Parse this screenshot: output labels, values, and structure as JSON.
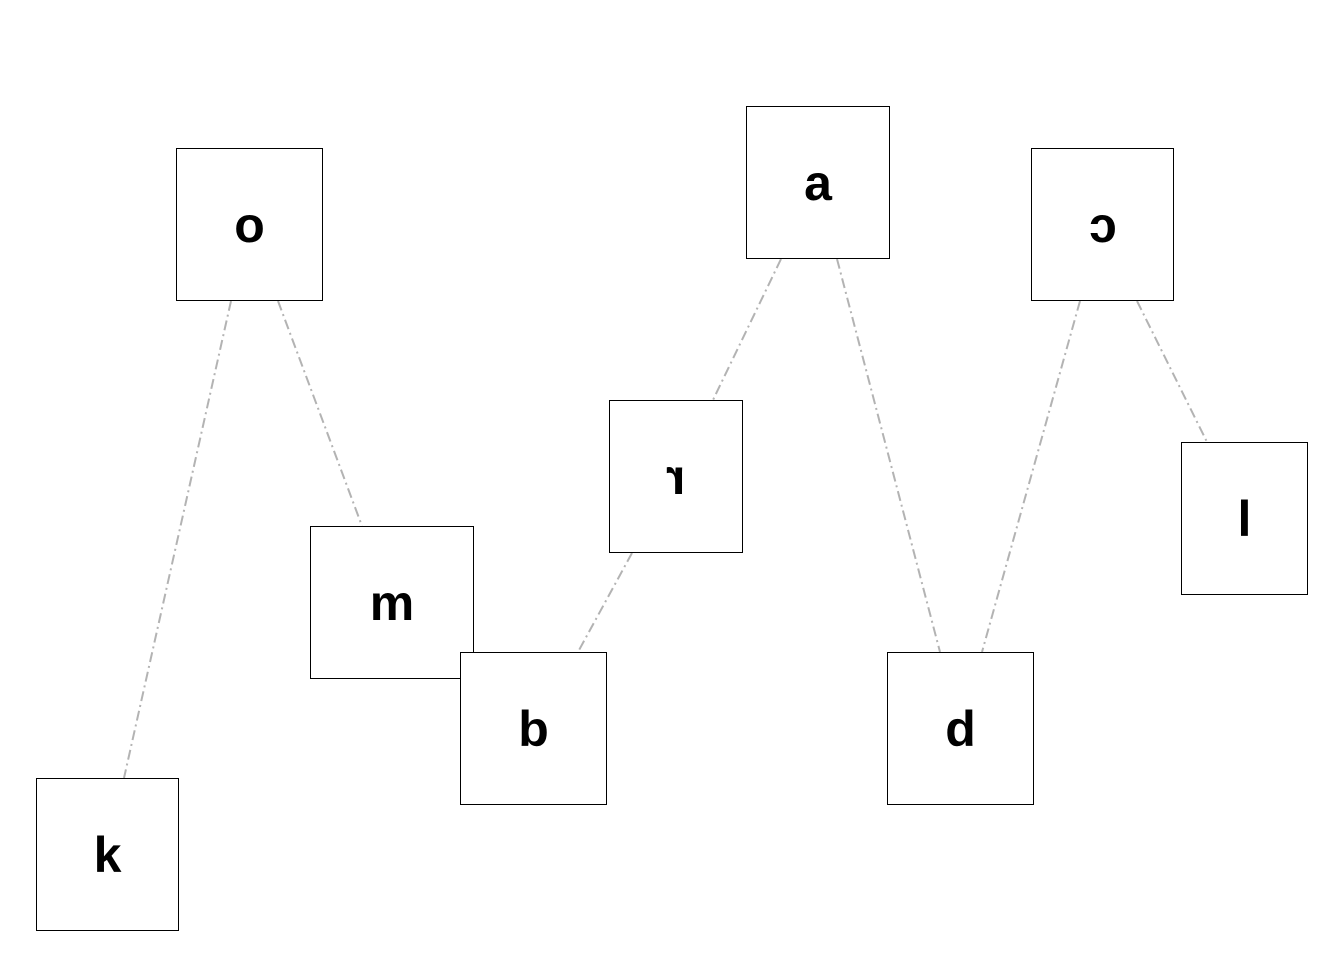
{
  "diagram": {
    "nodes": [
      {
        "id": "o",
        "label": "o"
      },
      {
        "id": "m",
        "label": "m"
      },
      {
        "id": "k",
        "label": "k"
      },
      {
        "id": "b",
        "label": "b"
      },
      {
        "id": "r",
        "label": "r",
        "mirrored": true
      },
      {
        "id": "a",
        "label": "a"
      },
      {
        "id": "d",
        "label": "d"
      },
      {
        "id": "c",
        "label": "c",
        "mirrored": true
      },
      {
        "id": "l",
        "label": "l"
      }
    ],
    "edges": [
      {
        "from": "o",
        "to": "k"
      },
      {
        "from": "o",
        "to": "m"
      },
      {
        "from": "a",
        "to": "r"
      },
      {
        "from": "r",
        "to": "b"
      },
      {
        "from": "a",
        "to": "d"
      },
      {
        "from": "c",
        "to": "d"
      },
      {
        "from": "c",
        "to": "l"
      }
    ],
    "edge_color": "#b3b3b3",
    "edge_style": "dash-dot"
  }
}
